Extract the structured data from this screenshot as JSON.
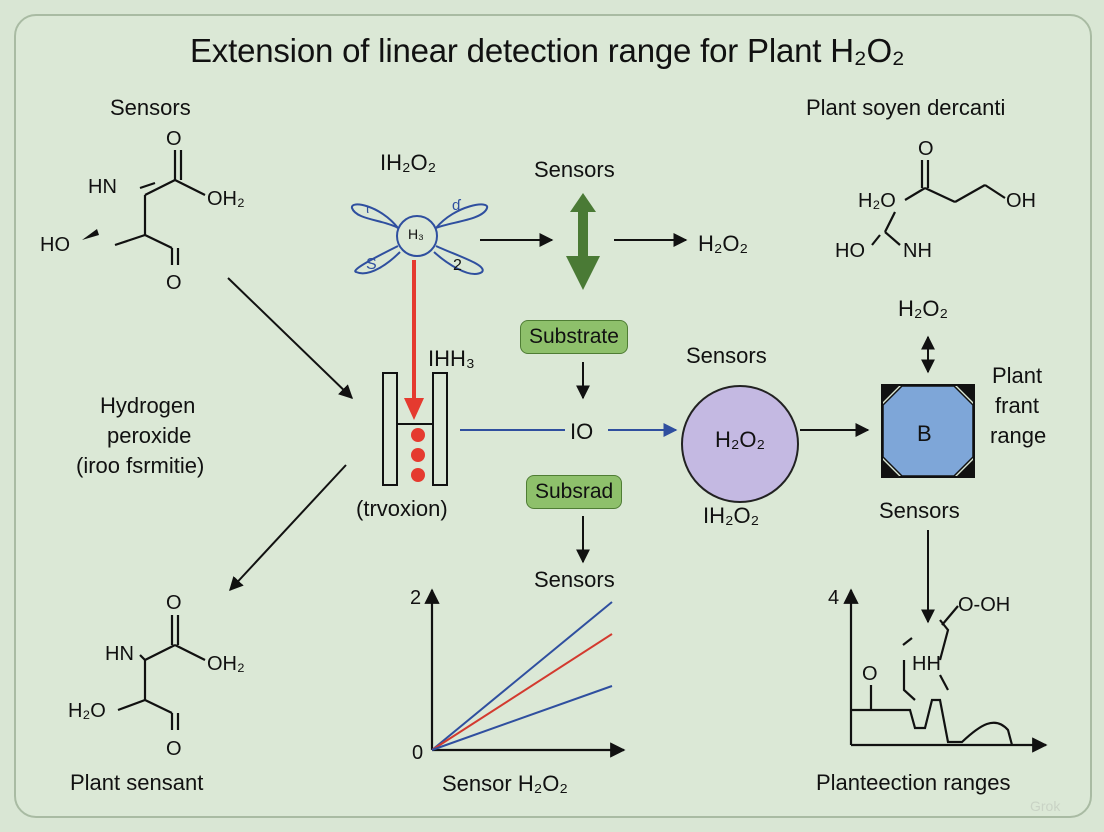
{
  "title": "Extension of linear detection range for Plant H₂O₂",
  "labels": {
    "sensors_top_left": "Sensors",
    "plant_top_right": "Plant soyen dercanti",
    "h2o2_top_center": "IH₂O₂",
    "sensors_top_mid": "Sensors",
    "h2o2_arrow_right": "H₂O₂",
    "substrate": "Substrate",
    "subsrad": "Subsrad",
    "ihh3": "IHH₃",
    "io": "IO",
    "hydrogen_peroxide": [
      "Hydrogen",
      "peroxide",
      "(iroo fsrmitie)"
    ],
    "trvoxion": "(trvoxion)",
    "sensors_circle_above": "Sensors",
    "circle_text": "H₂O₂",
    "ih2o2_below_circle": "IH₂O₂",
    "h2o2_above_hex": "H₂O₂",
    "plant_frant_range": [
      "Plant",
      "frant",
      "range"
    ],
    "hex_text": "B",
    "sensors_below_hex": "Sensors",
    "sensors_above_chart": "Sensors",
    "chart_y_top": "2",
    "chart_origin": "0",
    "chart_xlabel": "Sensor H₂O₂",
    "plant_sensant": "Plant sensant",
    "planteection_ranges": "Planteection ranges",
    "right_chart_y_top": "4",
    "o_oh": "O-OH",
    "hh": "HH",
    "o_small": "O"
  },
  "molecule_top_left": {
    "o_top": "O",
    "hn": "HN",
    "oh2": "OH₂",
    "ho": "HO",
    "o_bottom": "O"
  },
  "molecule_bottom_left": {
    "o_top": "O",
    "hn": "HN",
    "oh2": "OH₂",
    "h2o": "H₂O",
    "o_bottom": "O"
  },
  "molecule_top_right": {
    "o_top": "O",
    "h2o": "H₂O",
    "oh": "OH",
    "ho": "HO",
    "nh": "NH"
  },
  "enzyme": {
    "center": "H₃",
    "tl": "ι",
    "tr": "ɗ",
    "bl": "S",
    "br": "2"
  },
  "colors": {
    "background": "#d9e6d4",
    "red_arrow": "#e53a2f",
    "blue_line": "#2f4f9f",
    "green_arrow": "#3f6b2c",
    "circle_fill": "#c4b9e2",
    "hex_fill": "#7ea6d8",
    "pill_fill": "#8ec06b"
  },
  "chart_data": {
    "type": "line",
    "xlabel": "Sensor H₂O₂",
    "ylabel": "",
    "y_tick_labels": [
      "0",
      "2"
    ],
    "series": [
      {
        "color": "#2f4f9f",
        "x": [
          0,
          1
        ],
        "y": [
          0,
          1.85
        ]
      },
      {
        "color": "#d33a2f",
        "x": [
          0,
          1
        ],
        "y": [
          0,
          1.45
        ]
      },
      {
        "color": "#2f4f9f",
        "x": [
          0,
          1
        ],
        "y": [
          0,
          0.8
        ]
      }
    ]
  },
  "watermark": "Grok"
}
